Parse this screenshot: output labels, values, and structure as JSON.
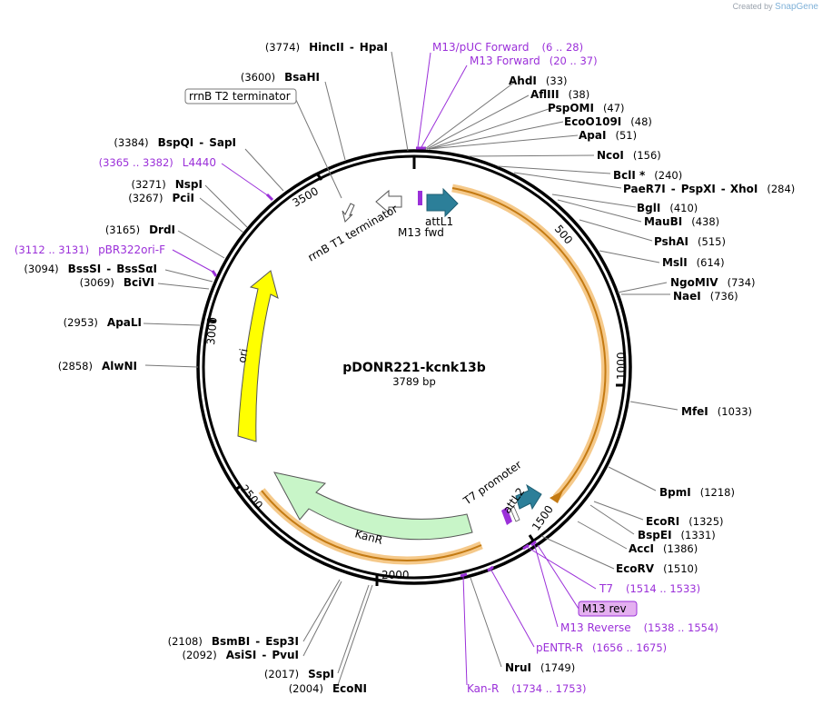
{
  "credit": {
    "prefix": "Created by",
    "brand": "SnapGene"
  },
  "plasmid": {
    "name": "pDONR221-kcnk13b",
    "length": "3789 bp"
  },
  "ticks": [
    "500",
    "1000",
    "1500",
    "2000",
    "2500",
    "3000",
    "3500"
  ],
  "features": {
    "attL1": "attL1",
    "m13fwd": "M13 fwd",
    "rrnb_t1": "rrnB T1 terminator",
    "rrnb_t2": "rrnB T2 terminator",
    "ori": "ori",
    "kanr": "KanR",
    "t7_promoter": "T7 promoter",
    "attL2": "attL2",
    "m13rev": "M13 rev"
  },
  "sites": [
    {
      "name": "HincII",
      "name2": "HpaI",
      "pos": "(3774)"
    },
    {
      "name": "BsaHI",
      "pos": "(3600)"
    },
    {
      "name": "BspQI",
      "name2": "SapI",
      "pos": "(3384)"
    },
    {
      "name": "NspI",
      "pos": "(3271)"
    },
    {
      "name": "PciI",
      "pos": "(3267)"
    },
    {
      "name": "DrdI",
      "pos": "(3165)"
    },
    {
      "name": "BssSI",
      "name2": "BssSαI",
      "pos": "(3094)"
    },
    {
      "name": "BciVI",
      "pos": "(3069)"
    },
    {
      "name": "ApaLI",
      "pos": "(2953)"
    },
    {
      "name": "AlwNI",
      "pos": "(2858)"
    },
    {
      "name": "BsmBI",
      "name2": "Esp3I",
      "pos": "(2108)"
    },
    {
      "name": "AsiSI",
      "name2": "PvuI",
      "pos": "(2092)"
    },
    {
      "name": "SspI",
      "pos": "(2017)"
    },
    {
      "name": "EcoNI",
      "pos": "(2004)"
    },
    {
      "name": "AhdI",
      "pos": "(33)"
    },
    {
      "name": "AflIII",
      "pos": "(38)"
    },
    {
      "name": "PspOMI",
      "pos": "(47)"
    },
    {
      "name": "EcoO109I",
      "pos": "(48)"
    },
    {
      "name": "ApaI",
      "pos": "(51)"
    },
    {
      "name": "NcoI",
      "pos": "(156)"
    },
    {
      "name": "BclI *",
      "pos": "(240)"
    },
    {
      "name": "PaeR7I",
      "name2": "PspXI",
      "name3": "XhoI",
      "pos": "(284)"
    },
    {
      "name": "BglI",
      "pos": "(410)"
    },
    {
      "name": "MauBI",
      "pos": "(438)"
    },
    {
      "name": "PshAI",
      "pos": "(515)"
    },
    {
      "name": "MslI",
      "pos": "(614)"
    },
    {
      "name": "NgoMIV",
      "pos": "(734)"
    },
    {
      "name": "NaeI",
      "pos": "(736)"
    },
    {
      "name": "MfeI",
      "pos": "(1033)"
    },
    {
      "name": "BpmI",
      "pos": "(1218)"
    },
    {
      "name": "EcoRI",
      "pos": "(1325)"
    },
    {
      "name": "BspEI",
      "pos": "(1331)"
    },
    {
      "name": "AccI",
      "pos": "(1386)"
    },
    {
      "name": "EcoRV",
      "pos": "(1510)"
    },
    {
      "name": "NruI",
      "pos": "(1749)"
    }
  ],
  "primers": [
    {
      "name": "M13/pUC Forward",
      "range": "(6 .. 28)"
    },
    {
      "name": "M13 Forward",
      "range": "(20 .. 37)"
    },
    {
      "name": "L4440",
      "range": "(3365 .. 3382)"
    },
    {
      "name": "pBR322ori-F",
      "range": "(3112 .. 3131)"
    },
    {
      "name": "T7",
      "range": "(1514 .. 1533)"
    },
    {
      "name": "M13 Reverse",
      "range": "(1538 .. 1554)"
    },
    {
      "name": "pENTR-R",
      "range": "(1656 .. 1675)"
    },
    {
      "name": "Kan-R",
      "range": "(1734 .. 1753)"
    }
  ],
  "colors": {
    "ori": "#ffff00",
    "kanr": "#c8f5c8",
    "att": "#2c7f99",
    "primer": "#9b30d9",
    "orf_highlight": "#f5c98a",
    "orf_arrow": "#e0961e"
  }
}
